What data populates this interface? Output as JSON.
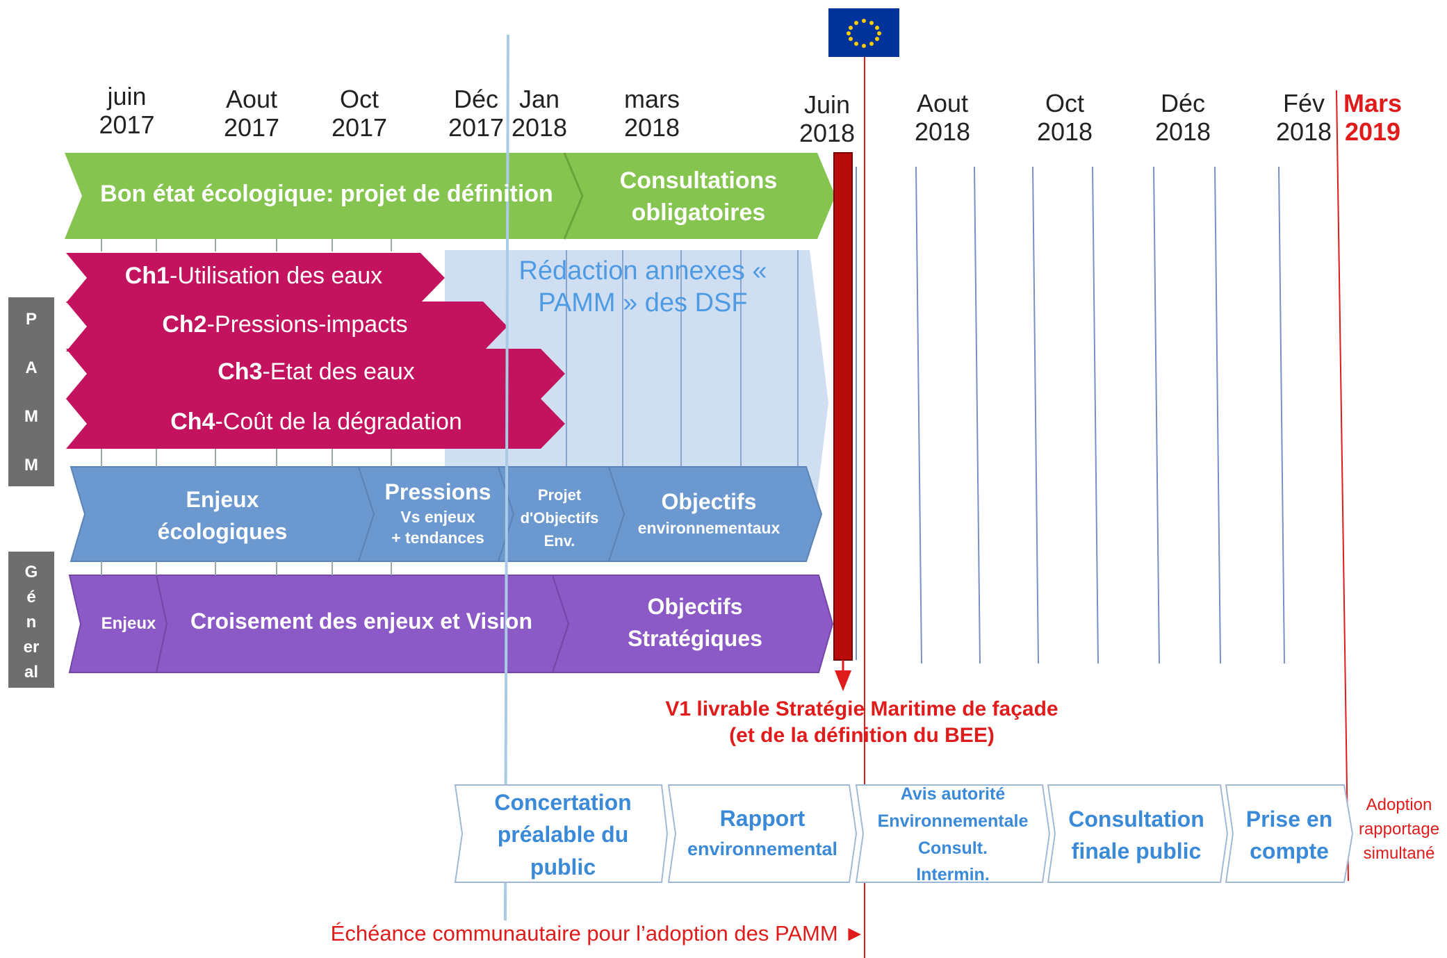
{
  "dates_top": [
    {
      "month": "juin",
      "year": "2017"
    },
    {
      "month": "Aout",
      "year": "2017"
    },
    {
      "month": "Oct",
      "year": "2017"
    },
    {
      "month": "Déc",
      "year": "2017"
    },
    {
      "month": "Jan",
      "year": "2018"
    },
    {
      "month": "mars",
      "year": "2018"
    },
    {
      "month": "Juin",
      "year": "2018"
    },
    {
      "month": "Aout",
      "year": "2018"
    },
    {
      "month": "Oct",
      "year": "2018"
    },
    {
      "month": "Déc",
      "year": "2018"
    },
    {
      "month": "Fév",
      "year": "2018"
    },
    {
      "month": "Mars",
      "year": "2019"
    }
  ],
  "green": {
    "left": "Bon état écologique: projet de définition",
    "right": "Consultations obligatoires"
  },
  "redaction": "Rédaction annexes « PAMM » des DSF",
  "chapters": [
    {
      "bold": "Ch1",
      "rest": "-Utilisation des eaux"
    },
    {
      "bold": "Ch2",
      "rest": "-Pressions-impacts"
    },
    {
      "bold": "Ch3",
      "rest": "-Etat des eaux"
    },
    {
      "bold": "Ch4",
      "rest": "-Coût de la dégradation"
    }
  ],
  "blue": {
    "enjeux": "Enjeux écologiques",
    "pressions_title": "Pressions",
    "pressions_sub1": "Vs enjeux",
    "pressions_sub2": "+ tendances",
    "projet": "Projet d'Objectifs Env.",
    "objectifs_title": "Objectifs",
    "objectifs_sub": "environnementaux"
  },
  "purple": {
    "enjeux": "Enjeux",
    "croisement": "Croisement des enjeux et Vision",
    "objectifs": "Objectifs Stratégiques"
  },
  "side_pamm": [
    "P",
    "A",
    "M",
    "M"
  ],
  "side_general": [
    "G",
    "é",
    "n",
    "er",
    "al"
  ],
  "v1": {
    "line1": "V1 livrable Stratégie Maritime de façade",
    "line2": "(et de la définition du BEE)"
  },
  "bottom_steps": [
    {
      "line1": "Concertation",
      "line2": "préalable du",
      "line3": "public"
    },
    {
      "line1": "Rapport",
      "line2": "environnemental"
    },
    {
      "line1": "Avis autorité",
      "line2": "Environnementale",
      "line3": "Consult.",
      "line4": "Intermin."
    },
    {
      "line1": "Consultation",
      "line2": "finale public"
    },
    {
      "line1": "Prise en",
      "line2": "compte"
    }
  ],
  "adoption": {
    "line1": "Adoption",
    "line2": "rapportage",
    "line3": "simultané"
  },
  "echeance": "Échéance communautaire pour l’adoption des PAMM ►",
  "colors": {
    "green": "#86c450",
    "magenta": "#c3135e",
    "steel": "#6a98cf",
    "purple": "#8c5ac6",
    "light_blue": "#c7d8ee",
    "red": "#e01b1b",
    "dark_red": "#b80b0b",
    "side_grey": "#6e6e6e",
    "step_text": "#3a8ad8"
  }
}
